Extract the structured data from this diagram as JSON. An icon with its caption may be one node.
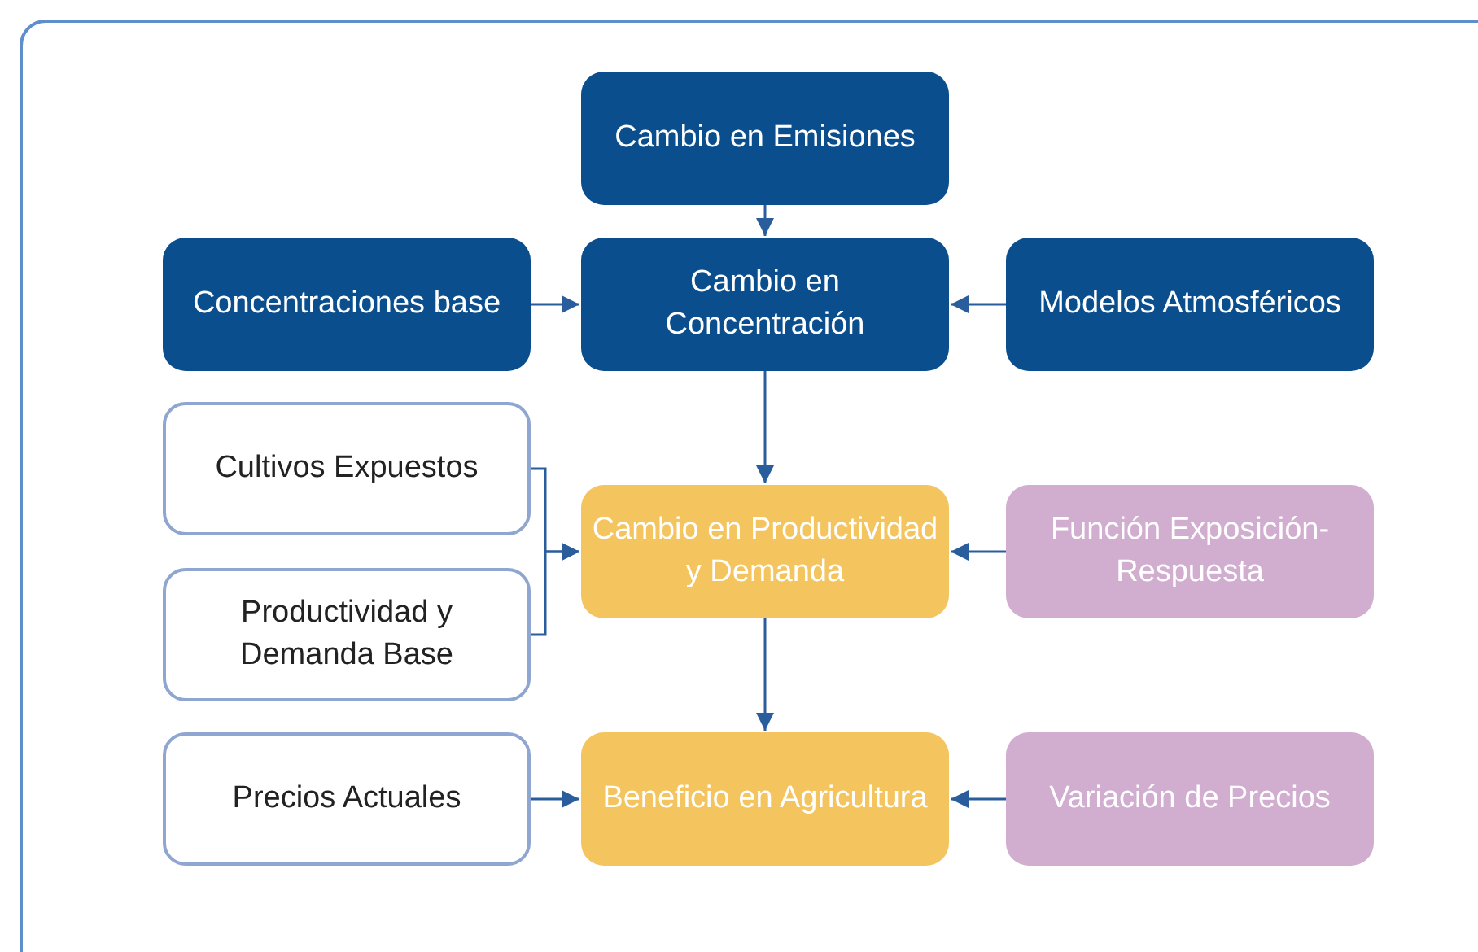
{
  "diagram": {
    "nodes": [
      {
        "text": [
          "Cambio en Emisiones"
        ]
      },
      {
        "text": [
          "Concentraciones base"
        ]
      },
      {
        "text": [
          "Cambio en Concentración"
        ]
      },
      {
        "text": [
          "Modelos Atmosféricos"
        ]
      },
      {
        "text": [
          "Cultivos Expuestos"
        ]
      },
      {
        "text": [
          "Cambio en Productividad y Demanda"
        ]
      },
      {
        "text": [
          "Función Exposición-Respuesta"
        ]
      },
      {
        "text": [
          "Productividad y Demanda Base"
        ]
      },
      {
        "text": [
          "Precios Actuales"
        ]
      },
      {
        "text": [
          "Beneficio en Agricultura"
        ]
      },
      {
        "text": [
          "Variación de Precios"
        ]
      }
    ],
    "edges": [
      {
        "from": 0,
        "to": 2,
        "arrow": "to"
      },
      {
        "from": 1,
        "to": 2,
        "arrow": "to"
      },
      {
        "from": 3,
        "to": 2,
        "arrow": "to"
      },
      {
        "from": 2,
        "to": 5,
        "arrow": "to"
      },
      {
        "from": 4,
        "to": 5,
        "arrow": "to"
      },
      {
        "from": 7,
        "to": 5,
        "arrow": "to"
      },
      {
        "from": 6,
        "to": 5,
        "arrow": "to"
      },
      {
        "from": 5,
        "to": 9,
        "arrow": "to"
      },
      {
        "from": 8,
        "to": 9,
        "arrow": "to"
      },
      {
        "from": 10,
        "to": 9,
        "arrow": "to"
      }
    ]
  }
}
